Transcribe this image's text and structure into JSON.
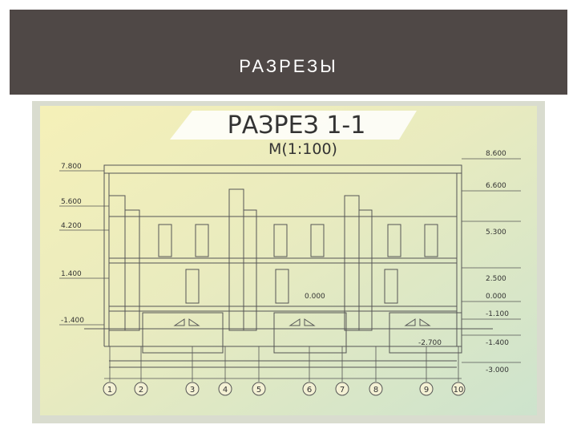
{
  "slide": {
    "title": "РАЗРЕЗЫ"
  },
  "drawing": {
    "title": "РАЗРЕЗ 1-1",
    "scale": "М(1:100)",
    "left_levels": [
      "7.800",
      "5.600",
      "4.200",
      "1.400",
      "-1.400"
    ],
    "right_levels": [
      "8.600",
      "6.600",
      "5.300",
      "2.500",
      "0.000",
      "-1.100",
      "-1.400",
      "-3.000"
    ],
    "inner_labels": {
      "zero": "0.000",
      "basement": "-2.700"
    },
    "axes": [
      "1",
      "2",
      "3",
      "4",
      "5",
      "6",
      "7",
      "8",
      "9",
      "10"
    ],
    "colors": {
      "line": "#555555",
      "bg_yellow": "#f4efb8",
      "bg_green": "#c6e0cb"
    }
  }
}
